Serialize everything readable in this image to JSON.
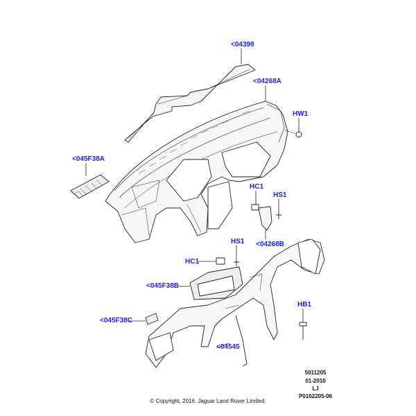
{
  "callouts": [
    {
      "id": "04398",
      "text": "<04398"
    },
    {
      "id": "04268A",
      "text": "<04268A"
    },
    {
      "id": "HW1",
      "text": "HW1"
    },
    {
      "id": "045F38A",
      "text": "<045F38A"
    },
    {
      "id": "HC1-upper",
      "text": "HC1"
    },
    {
      "id": "HS1-upper",
      "text": "HS1"
    },
    {
      "id": "04268B",
      "text": "<04268B"
    },
    {
      "id": "HS1-lower",
      "text": "HS1"
    },
    {
      "id": "HC1-lower",
      "text": "HC1"
    },
    {
      "id": "045F38B",
      "text": "<045F38B"
    },
    {
      "id": "HB1",
      "text": "HB1"
    },
    {
      "id": "045F38C",
      "text": "<045F38C"
    },
    {
      "id": "04545",
      "text": "<04545"
    }
  ],
  "footer": {
    "code1": "5011205",
    "date": "01-2010",
    "model": "LJ",
    "ref": "P0162205-06",
    "copyright": "© Copyright, 2016. Jaguar Land Rover Limited."
  },
  "colors": {
    "callout": "#1a1aff",
    "line": "#222222"
  }
}
